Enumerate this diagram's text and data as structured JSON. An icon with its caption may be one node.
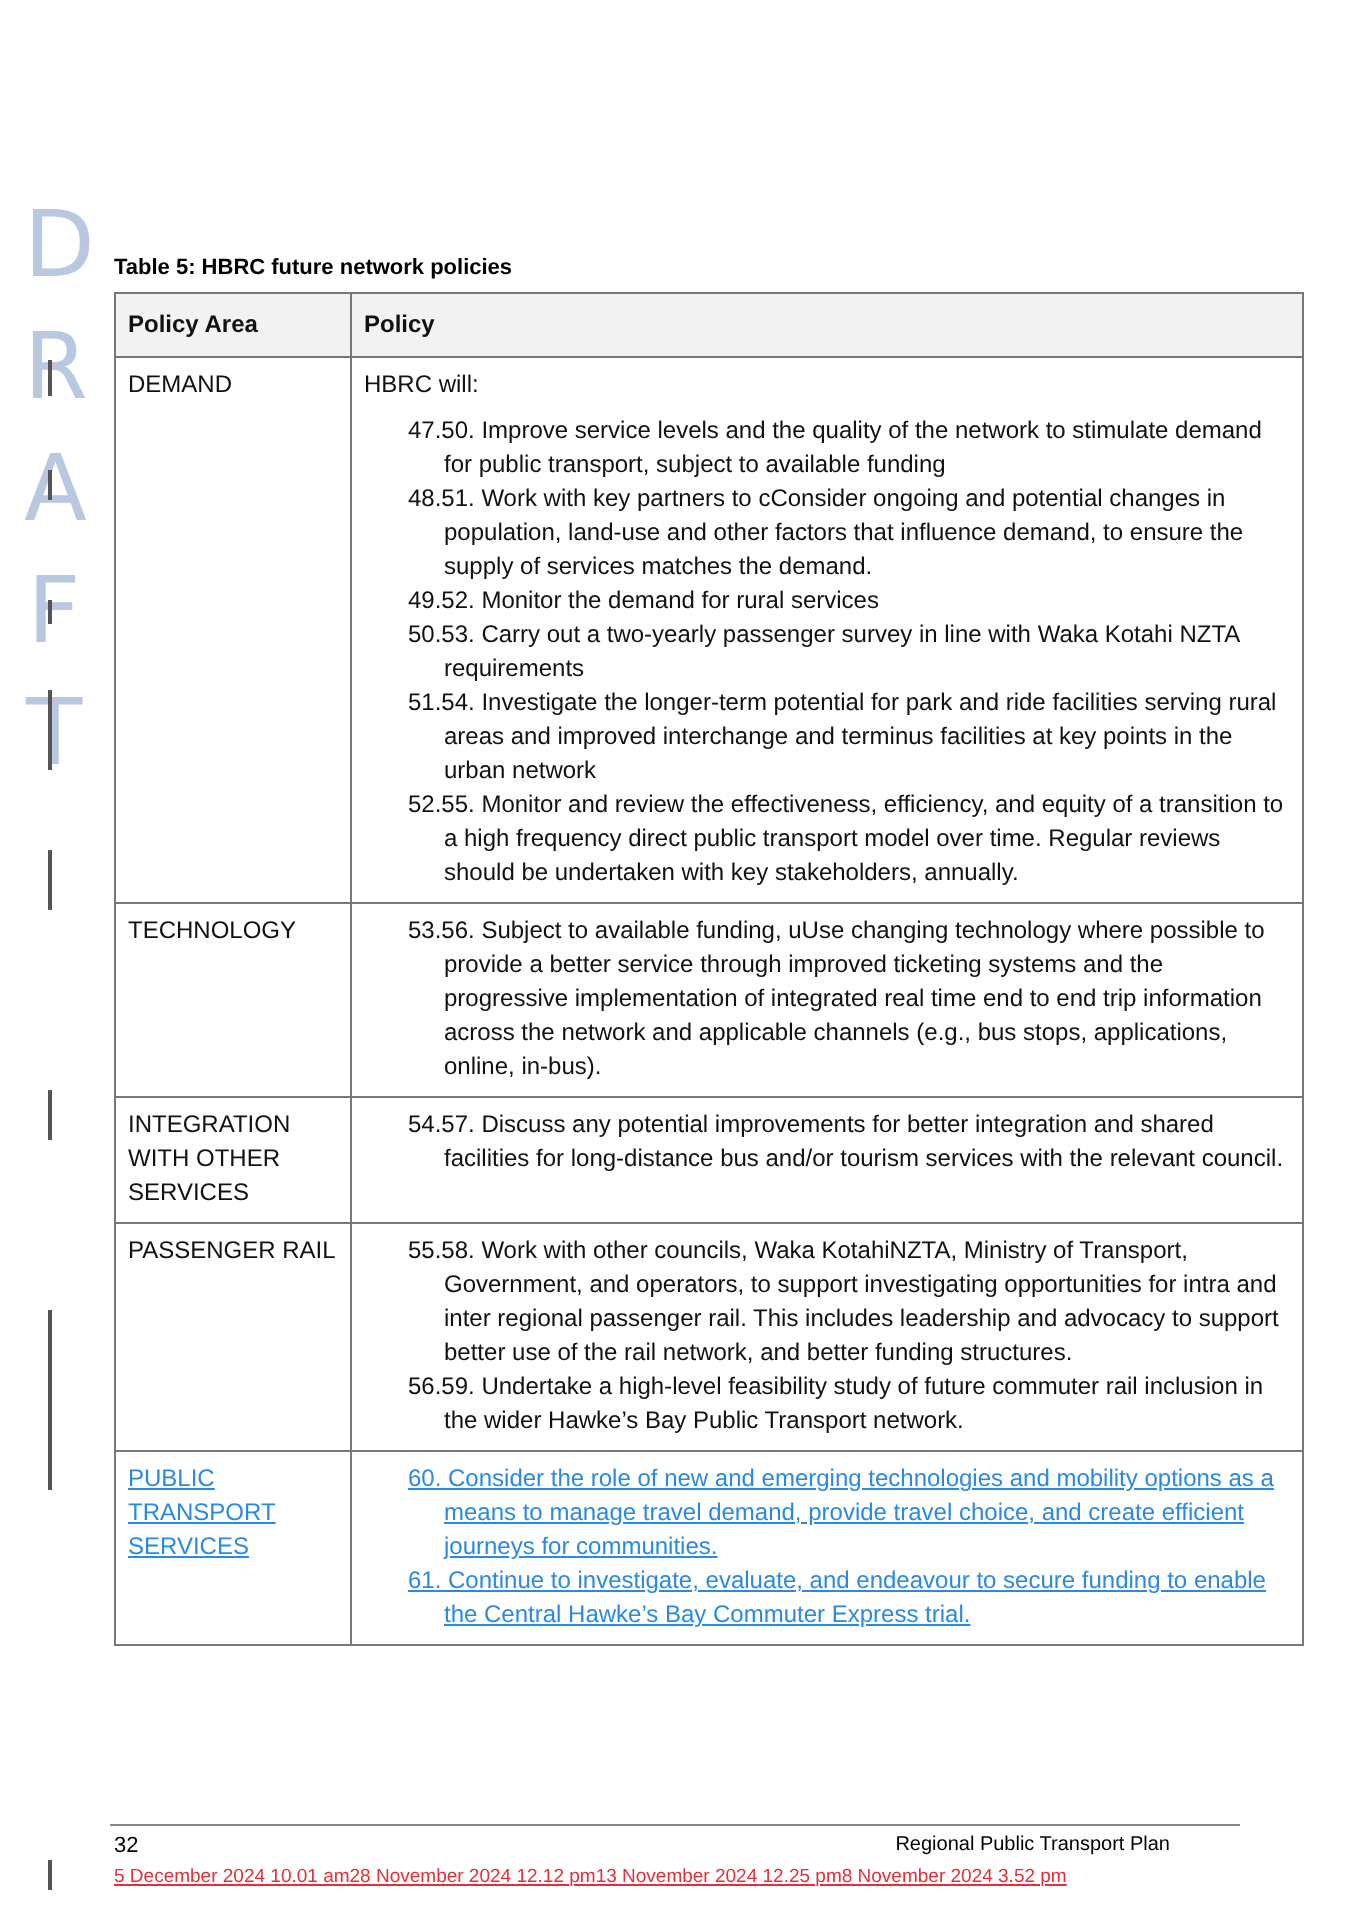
{
  "diagram": {
    "title": "Table 5: HBRC future network policies",
    "labels": [
      "DRAFT",
      "Policy Area",
      "Policy",
      "DEMAND",
      "HBRC will:",
      "47.50. Improve service levels and the quality of the network to stimulate demand for public transport, subject to available funding",
      "48.51. Work with key partners to cConsider ongoing and potential changes in population, land-use and other factors that influence demand, to ensure the supply of services matches the demand.",
      "49.52. Monitor the demand for rural services",
      "50.53. Carry out a two-yearly passenger survey in line with Waka Kotahi NZTA requirements",
      "51.54. Investigate the longer-term potential for park and ride facilities serving rural areas and improved interchange and terminus facilities at key points in the urban network",
      "52.55. Monitor and review the effectiveness, efficiency, and equity of a transition to a high frequency direct public transport model over time. Regular reviews should be undertaken with key stakeholders, annually.",
      "TECHNOLOGY",
      "53.56. Subject to available funding, uUse changing technology where possible to provide a better service through improved ticketing systems and the progressive implementation of integrated real time end to end trip information across the network and applicable channels (e.g., bus stops, applications, online, in-bus).",
      "INTEGRATION WITH OTHER SERVICES",
      "54.57. Discuss any potential improvements for better integration and shared facilities for long-distance bus and/or tourism services with the relevant council.",
      "PASSENGER RAIL",
      "55.58. Work with other councils, Waka KotahiNZTA, Ministry of Transport, Government, and operators, to support investigating opportunities for intra and inter regional passenger rail. This includes leadership and advocacy to support better use of the rail network, and better funding structures.",
      "56.59. Undertake a high-level feasibility study of future commuter rail inclusion in the wider Hawke’s Bay Public Transport network.",
      "PUBLIC TRANSPORT SERVICES",
      "60. Consider the role of new and emerging technologies and mobility options as a means to manage travel demand, provide travel choice, and create efficient journeys for communities.",
      "61. Continue to investigate, evaluate, and endeavour to secure funding to enable the Central Hawke’s Bay Commuter Express trial.",
      "32",
      "Regional Public Transport Plan",
      "5 December 2024 10.01 am28 November 2024 12.12 pm13 November 2024 12.25 pm8 November 2024 3.52 pm"
    ]
  }
}
